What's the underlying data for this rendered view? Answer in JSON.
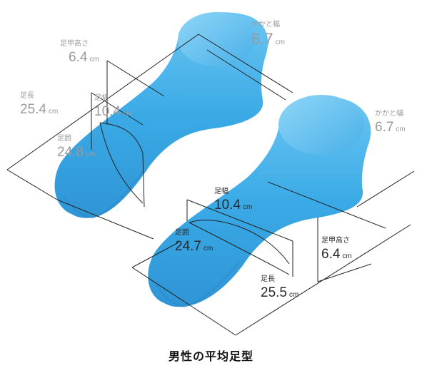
{
  "colors": {
    "foot": "#3aaae6",
    "foot_shadow": "#2a86c4",
    "foot_highlight": "#7fd0f5",
    "line": "#222222"
  },
  "left_foot": {
    "heel_width": {
      "name": "かかと幅",
      "value": "6.7",
      "unit": "cm"
    },
    "instep_height": {
      "name": "足甲高さ",
      "value": "6.4",
      "unit": "cm"
    },
    "length": {
      "name": "足長",
      "value": "25.4",
      "unit": "cm"
    },
    "width": {
      "name": "足幅",
      "value": "10.4",
      "unit": "cm"
    },
    "girth": {
      "name": "足囲",
      "value": "24.8",
      "unit": "cm"
    }
  },
  "right_foot": {
    "heel_width": {
      "name": "かかと幅",
      "value": "6.7",
      "unit": "cm"
    },
    "width": {
      "name": "足幅",
      "value": "10.4",
      "unit": "cm"
    },
    "girth": {
      "name": "足囲",
      "value": "24.7",
      "unit": "cm"
    },
    "instep_height": {
      "name": "足甲高さ",
      "value": "6.4",
      "unit": "cm"
    },
    "length": {
      "name": "足長",
      "value": "25.5",
      "unit": "cm"
    }
  },
  "caption": "男性の平均足型"
}
